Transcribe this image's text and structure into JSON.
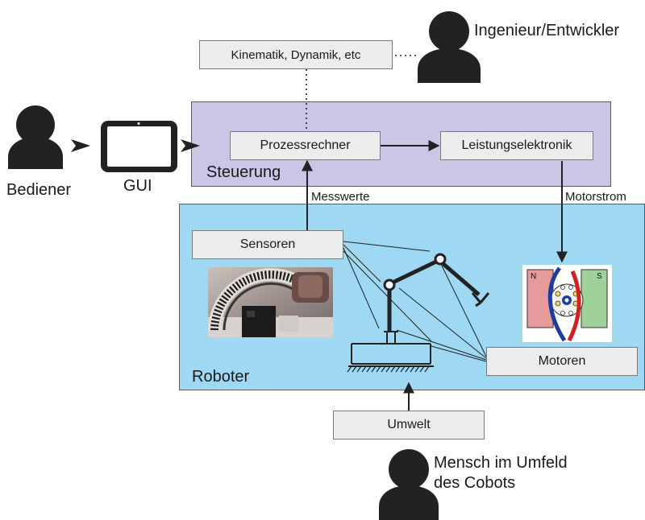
{
  "colors": {
    "steuerung_fill": "#cbc5e6",
    "roboter_fill": "#9ed8f2",
    "box_fill": "#ececec",
    "person_fill": "#222222",
    "line_color": "#222222"
  },
  "nodes": {
    "kinematik": "Kinematik, Dynamik, etc",
    "prozessrechner": "Prozessrechner",
    "leistungselektronik": "Leistungselektronik",
    "sensoren": "Sensoren",
    "motoren": "Motoren",
    "umwelt": "Umwelt"
  },
  "regions": {
    "steuerung": "Steuerung",
    "roboter": "Roboter"
  },
  "edges": {
    "messwerte": "Messwerte",
    "motorstrom": "Motorstrom"
  },
  "actors": {
    "bediener": "Bediener",
    "gui": "GUI",
    "ingenieur": "Ingenieur/Entwickler",
    "mensch_line1": "Mensch im Umfeld",
    "mensch_line2": "des Cobots"
  },
  "motor_diagram": {
    "pole_north": "N",
    "pole_south": "S"
  },
  "icons": {
    "person": "person-silhouette-icon",
    "tablet": "tablet-icon",
    "robot_arm": "robot-arm-icon",
    "encoder_photo": "encoder-photo",
    "motor_diagram": "motor-diagram"
  }
}
